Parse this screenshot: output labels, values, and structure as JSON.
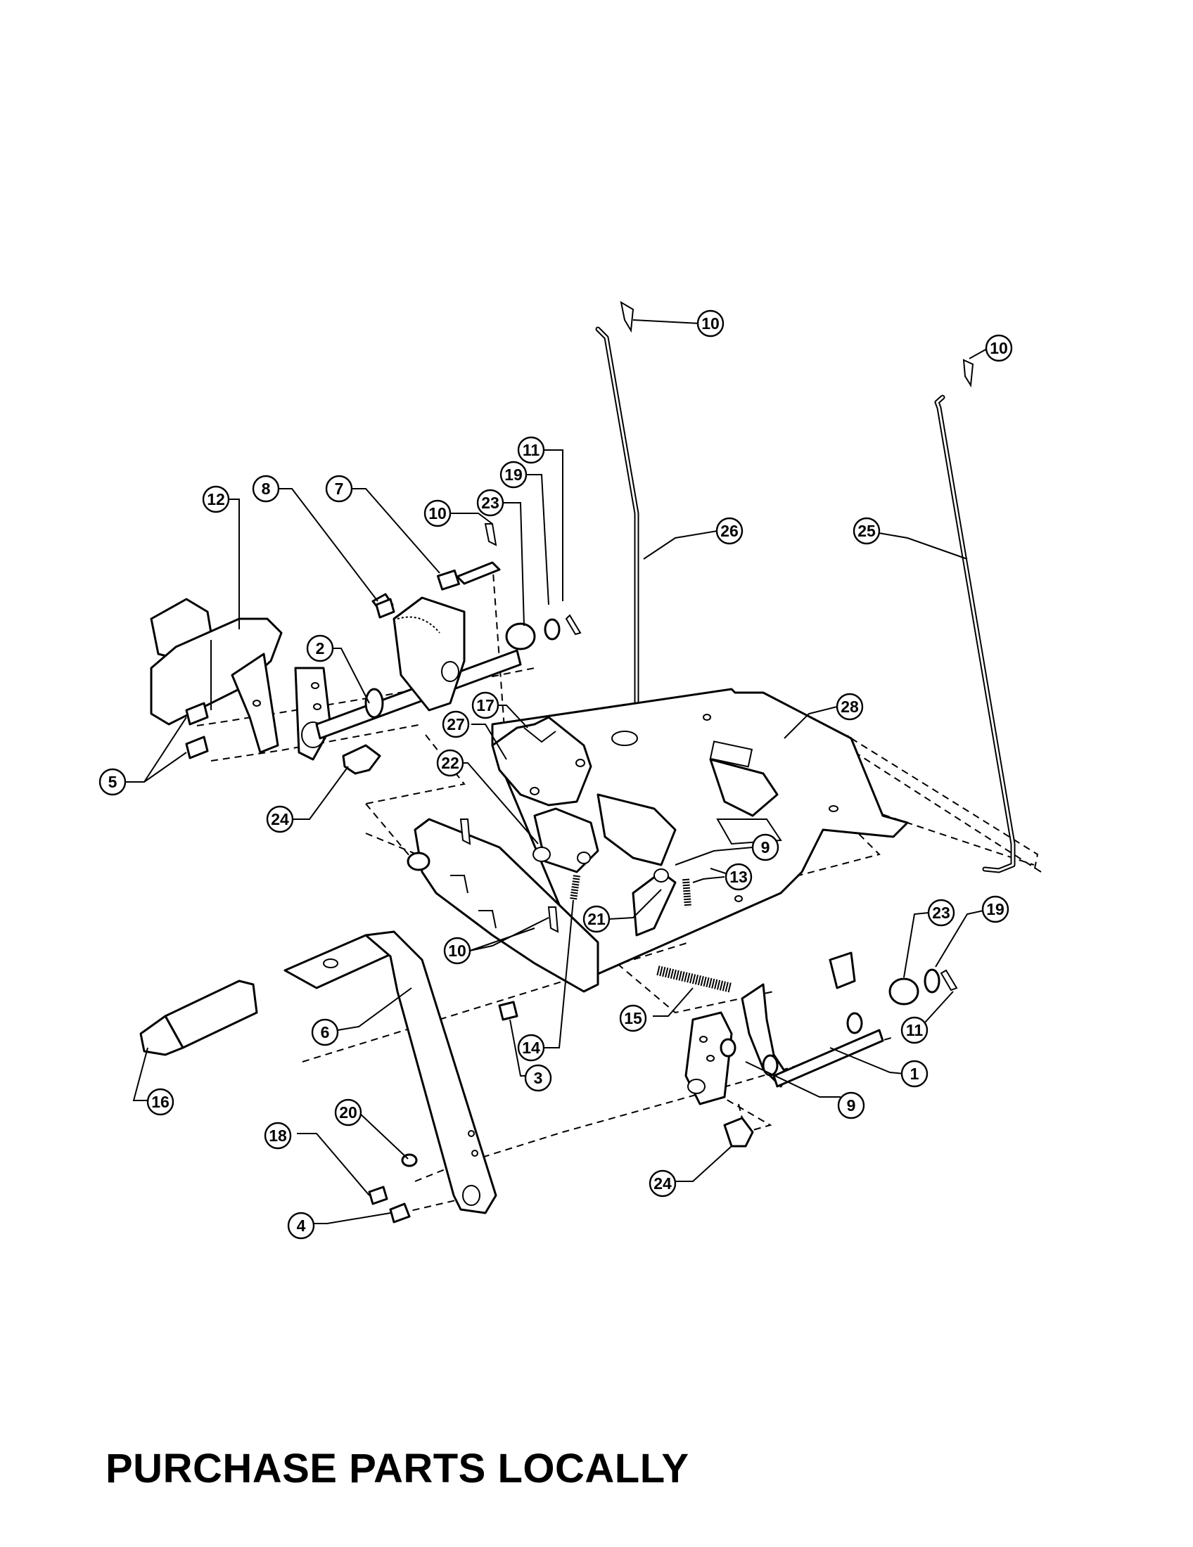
{
  "footer": {
    "note": "PURCHASE PARTS LOCALLY"
  },
  "callouts": [
    {
      "id": "c-10a",
      "label": "10"
    },
    {
      "id": "c-10b",
      "label": "10"
    },
    {
      "id": "c-11a",
      "label": "11"
    },
    {
      "id": "c-19a",
      "label": "19"
    },
    {
      "id": "c-23a",
      "label": "23"
    },
    {
      "id": "c-10c",
      "label": "10"
    },
    {
      "id": "c-7",
      "label": "7"
    },
    {
      "id": "c-8",
      "label": "8"
    },
    {
      "id": "c-12",
      "label": "12"
    },
    {
      "id": "c-26",
      "label": "26"
    },
    {
      "id": "c-25",
      "label": "25"
    },
    {
      "id": "c-2",
      "label": "2"
    },
    {
      "id": "c-5",
      "label": "5"
    },
    {
      "id": "c-28",
      "label": "28"
    },
    {
      "id": "c-17",
      "label": "17"
    },
    {
      "id": "c-27",
      "label": "27"
    },
    {
      "id": "c-22",
      "label": "22"
    },
    {
      "id": "c-24a",
      "label": "24"
    },
    {
      "id": "c-9a",
      "label": "9"
    },
    {
      "id": "c-13",
      "label": "13"
    },
    {
      "id": "c-21",
      "label": "21"
    },
    {
      "id": "c-23b",
      "label": "23"
    },
    {
      "id": "c-19b",
      "label": "19"
    },
    {
      "id": "c-10d",
      "label": "10"
    },
    {
      "id": "c-15",
      "label": "15"
    },
    {
      "id": "c-6",
      "label": "6"
    },
    {
      "id": "c-11b",
      "label": "11"
    },
    {
      "id": "c-14",
      "label": "14"
    },
    {
      "id": "c-1",
      "label": "1"
    },
    {
      "id": "c-3",
      "label": "3"
    },
    {
      "id": "c-16",
      "label": "16"
    },
    {
      "id": "c-9b",
      "label": "9"
    },
    {
      "id": "c-20",
      "label": "20"
    },
    {
      "id": "c-18",
      "label": "18"
    },
    {
      "id": "c-24b",
      "label": "24"
    },
    {
      "id": "c-4",
      "label": "4"
    }
  ]
}
